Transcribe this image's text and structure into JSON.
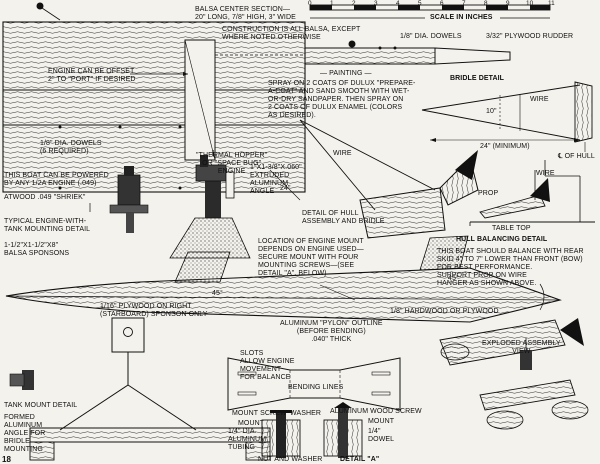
{
  "scale": {
    "ticks": [
      "0",
      "1",
      "2",
      "3",
      "4",
      "5",
      "6",
      "7",
      "8",
      "9",
      "10",
      "11"
    ],
    "label": "SCALE IN INCHES"
  },
  "labels": {
    "balsa_center": "BALSA CENTER SECTION—\n20\" LONG, 7/8\" HIGH, 3\" WIDE",
    "construction": "CONSTRUCTION IS ALL BALSA, EXCEPT\nWHERE NOTED OTHERWISE",
    "dowels_top": "1/8\" DIA. DOWELS",
    "plywood_rudder": "3/32\" PLYWOOD RUDDER",
    "engine_offset": "ENGINE CAN BE OFFSET\n2\" TO \"PORT\" IF DESIRED",
    "painting": "— PAINTING —",
    "spray_note": "SPRAY ON 2 COATS OF DULUX \"PREPARE-\nA-COAT\" AND SAND SMOOTH WITH WET-\nOR-DRY SANDPAPER. THEN SPRAY ON\n2 COATS OF DULUX ENAMEL (COLORS\nAS DESIRED).",
    "bridle_detail": "BRIDLE DETAIL",
    "wire_bridle": "WIRE",
    "ten_in": "10\"",
    "twentyfour_min": "24\" (MINIMUM)",
    "cl_hull": "℄ OF HULL",
    "dowels_bottom": "1/8\" DIA. DOWELS\n(6 REQUIRED)",
    "thermal_hopper": "\"THERMAL HOPPER\"\nOR \"SPACE BUG\"\nENGINE",
    "extruded_angle": "1\"X1-3/8\"X.060\"\nEXTRUDED\nALUMINUM\nANGLE",
    "wire_mid": "WIRE",
    "twentyfour": "24\"",
    "hull_assembly": "DETAIL OF HULL\nASSEMBLY AND BRIDLE",
    "powered_by": "THIS BOAT CAN BE POWERED\nBY ANY 1/2A ENGINE (.049)",
    "atwood": "ATWOOD .049 \"SHRIEK\"",
    "typical_mount": "TYPICAL ENGINE-WITH-\nTANK MOUNTING DETAIL",
    "sponsons": "1-1/2\"X1-1/2\"X8\"\nBALSA SPONSONS",
    "location_mount": "LOCATION OF ENGINE MOUNT\nDEPENDS ON ENGINE USED—\nSECURE MOUNT WITH FOUR\nMOUNTING SCREWS—(SEE\nDETAIL \"A\", BELOW)",
    "wire_balance": "WIRE",
    "prop": "PROP",
    "table_top": "TABLE TOP",
    "hull_balancing": "HULL BALANCING DETAIL",
    "balance_note": "THIS BOAT SHOULD BALANCE WITH REAR\nSKID 4\" TO 7\" LOWER THAN FRONT (BOW)\nFOR BEST PERFORMANCE.\nSUPPORT PROP ON WIRE\nHANGER AS SHOWN ABOVE.",
    "angle_45_a": "45°",
    "angle_45_b": "45°",
    "hardwood": "1/8\" HARDWOOD OR PLYWOOD",
    "plywood_right": "1/16\" PLYWOOD ON RIGHT\n(STARBOARD) SPONSON ONLY",
    "pylon_outline": "ALUMINUM \"PYLON\" OUTLINE\n(BEFORE BENDING)\n.040\" THICK",
    "slots_allow": "SLOTS\nALLOW ENGINE\nMOVEMENT\nFOR BALANCE",
    "bending_lines": "BENDING LINES",
    "exploded": "EXPLODED ASSEMBLY\nVIEW",
    "tank_mount": "TANK MOUNT DETAIL",
    "formed_angle": "FORMED\nALUMINUM\nANGLE FOR\nBRIDLE\nMOUNTING",
    "mount_screw": "MOUNT SCREW",
    "washer": "WASHER",
    "mount_a": "MOUNT",
    "alu_tubing": "1/4\" DIA.\nALUMINUM\nTUBING",
    "nut_washer": "NUT AND WASHER",
    "detail_a": "DETAIL \"A\"",
    "alu_wood_screw": "ALUMINUM WOOD SCREW",
    "mount_b": "MOUNT",
    "dowel_quarter": "1/4\"\nDOWEL",
    "page_number": "18"
  }
}
